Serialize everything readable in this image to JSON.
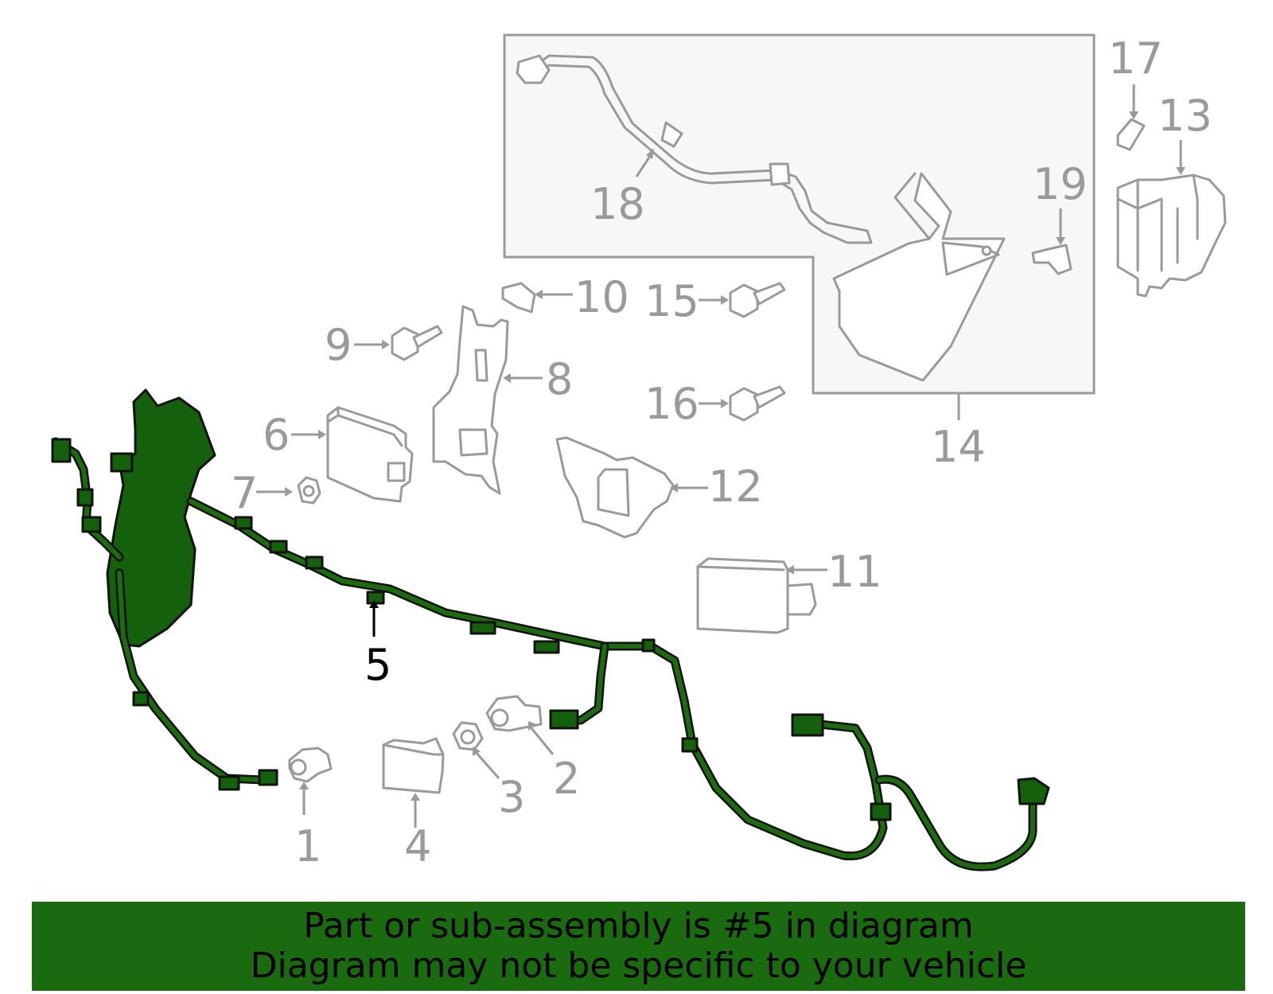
{
  "callouts": {
    "c1": "1",
    "c2": "2",
    "c3": "3",
    "c4": "4",
    "c5": "5",
    "c6": "6",
    "c7": "7",
    "c8": "8",
    "c9": "9",
    "c10": "10",
    "c11": "11",
    "c12": "12",
    "c13": "13",
    "c14": "14",
    "c15": "15",
    "c16": "16",
    "c17": "17",
    "c18": "18",
    "c19": "19"
  },
  "banner": {
    "line1": "Part or sub-assembly is #5 in diagram",
    "line2": "Diagram may not be specific to your vehicle"
  },
  "colors": {
    "highlight": "#1a6a10",
    "part_outline": "#9a9a9a",
    "highlight_part": "#14600c"
  }
}
